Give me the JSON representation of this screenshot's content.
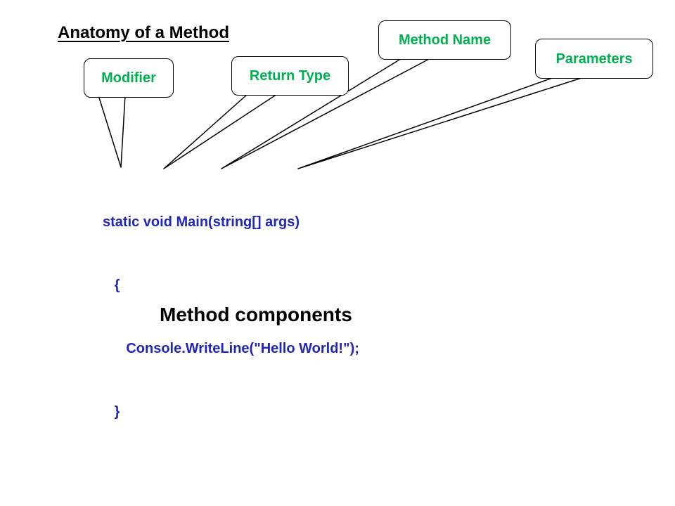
{
  "title": "Anatomy of a Method",
  "callouts": {
    "modifier": "Modifier",
    "return_type": "Return Type",
    "method_name": "Method Name",
    "parameters": "Parameters"
  },
  "code": {
    "line1": "static void Main(string[] args)",
    "line2": "   {",
    "line3": "      Console.WriteLine(\"Hello World!\");",
    "line4": "   }"
  },
  "caption": "Method components",
  "colors": {
    "label_green": "#00b050",
    "code_blue": "#1f26b8",
    "text_black": "#000000"
  }
}
